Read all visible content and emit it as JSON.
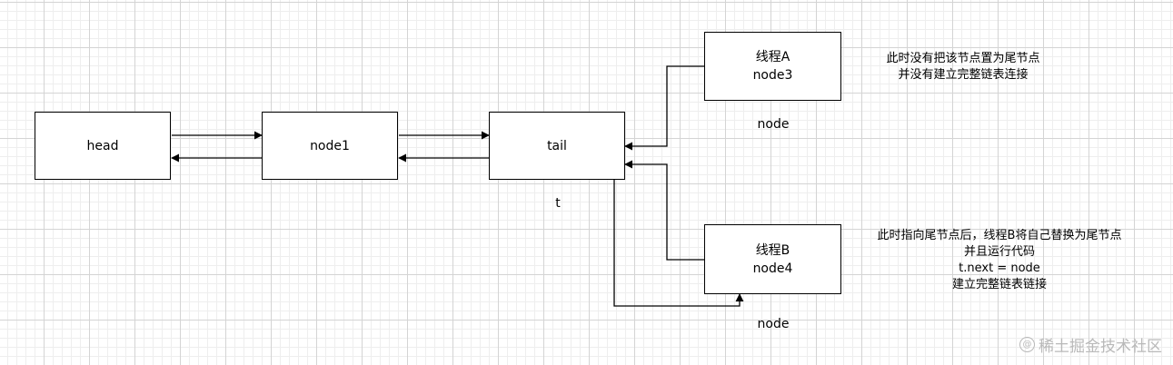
{
  "nodes": {
    "head": "head",
    "node1": "node1",
    "tail": "tail",
    "threadA": {
      "title": "线程A",
      "node": "node3"
    },
    "threadB": {
      "title": "线程B",
      "node": "node4"
    }
  },
  "labels": {
    "t": "t",
    "node_top": "node",
    "node_bottom": "node"
  },
  "notes": {
    "threadA": [
      "此时没有把该节点置为尾节点",
      "并没有建立完整链表连接"
    ],
    "threadB": [
      "此时指向尾节点后，线程B将自己替换为尾节点",
      "并且运行代码",
      "t.next = node",
      "建立完整链表链接"
    ]
  },
  "watermark": "稀土掘金技术社区",
  "colors": {
    "stroke": "#000000",
    "grid": "#d4d4d4",
    "watermark": "#b9b9b9"
  }
}
